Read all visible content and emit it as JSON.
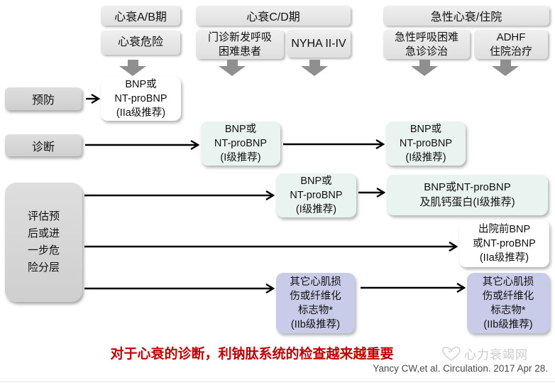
{
  "columns": [
    {
      "header": "心衰A/B期",
      "sub1": "心衰危险"
    },
    {
      "header": "心衰C/D期",
      "sub1": "门诊新发呼吸\n困难患者",
      "sub2": "NYHA II-IV"
    },
    {
      "header": "急性心衰/住院",
      "sub1": "急性呼吸困难\n急诊诊治",
      "sub2": "ADHF\n住院治疗"
    }
  ],
  "row_labels": {
    "prevention": "预防",
    "diagnosis": "诊断",
    "evaluation": "评估预\n后或进\n一步危\n险分层"
  },
  "boxes": {
    "prevention_rec": "BNP或\nNT-proBNP\n(IIa级推荐)",
    "diagnosis_rec_outpatient": "BNP或\nNT-proBNP\n(I级推荐)",
    "diagnosis_rec_acute": "BNP或\nNT-proBNP\n(I级推荐)",
    "eval_rec_bnp": "BNP或\nNT-proBNP\n(I级推荐)",
    "eval_rec_troponin": "BNP或NT-proBNP\n及肌钙蛋白(I级推荐)",
    "eval_rec_discharge": "出院前BNP\n或NT-proBNP\n(IIa级推荐)",
    "eval_rec_markers_left": "其它心肌损\n伤或纤维化\n标志物*\n(IIb级推荐)",
    "eval_rec_markers_right": "其它心肌损\n伤或纤维化\n标志物*\n(IIb级推荐)"
  },
  "footer": {
    "highlight": "对于心衰的诊断，利钠肽系统的检查越来越重要",
    "citation": "Yancy CW,et al. Circulation. 2017 Apr 28.",
    "logo_text": "心力衰竭网"
  },
  "colors": {
    "recommendation_green": "#e9f3f0",
    "recommendation_purple": "#c9cce8",
    "label_gray": "#d6d6d6",
    "header_gray": "#e7e7e7",
    "arrow_gray": "#8f8f8f",
    "highlight_red": "#c00000"
  }
}
